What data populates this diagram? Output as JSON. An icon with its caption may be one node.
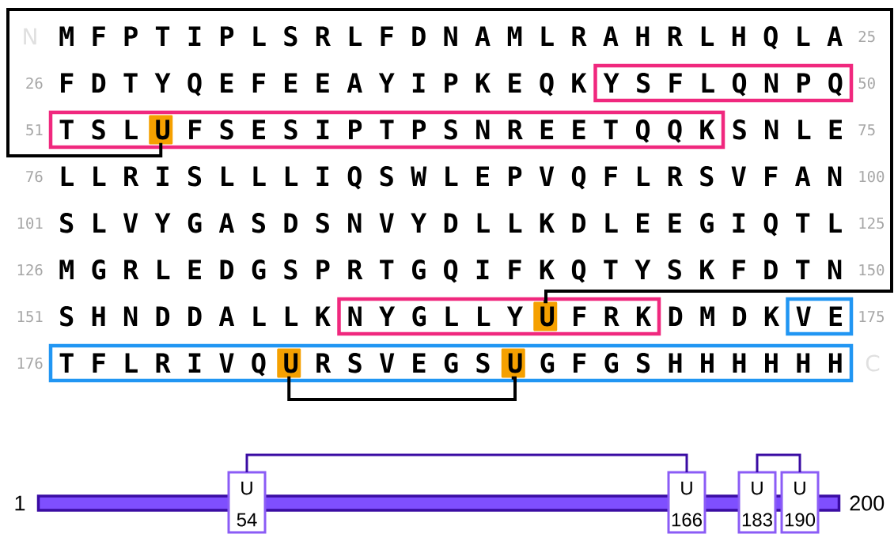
{
  "diagram": {
    "nodes": [
      {
        "text": [
          "Y S F L Q N P Q"
        ]
      },
      {
        "text": [
          "T S L",
          "F S E S I P T P S N R E E T Q Q K"
        ]
      },
      {
        "text": [
          "U"
        ],
        "in": 1
      },
      {
        "text": [
          "N Y G L L Y",
          "F R K"
        ]
      },
      {
        "text": [
          "U"
        ],
        "in": 3
      },
      {
        "text": [
          "V E"
        ]
      },
      {
        "text": [
          "T F L R I V Q",
          "R S V E G S",
          "G F G S H H H H H H"
        ]
      },
      {
        "text": [
          "U"
        ],
        "in": 6
      },
      {
        "text": [
          "U"
        ],
        "in": 6
      },
      {
        "text": [],
        "shape": "bar",
        "beside": [
          "1",
          "200"
        ]
      },
      {
        "text": [
          "U",
          "54"
        ]
      },
      {
        "text": [
          "U",
          "166"
        ]
      },
      {
        "text": [
          "U",
          "183"
        ]
      },
      {
        "text": [
          "U",
          "190"
        ]
      }
    ],
    "edges": [
      {
        "from": 2,
        "to": 4,
        "arrow": "none",
        "color": "#000000"
      },
      {
        "from": 7,
        "to": 8,
        "arrow": "none",
        "color": "#000000"
      },
      {
        "from": 10,
        "to": 11,
        "arrow": "none",
        "color": "#3a0ca3"
      },
      {
        "from": 12,
        "to": 13,
        "arrow": "none",
        "color": "#3a0ca3"
      }
    ],
    "labels": [
      "N",
      "M F P T I P L S R L F D N A M L R A H R L H Q L A",
      "25",
      "26",
      "F D T Y Q E F E E A Y I P K E Q K",
      "50",
      "51",
      "S N L E",
      "75",
      "76",
      "L L R I S L L L I Q S W L E P V Q F L R S V F A N",
      "100",
      "101",
      "S L V Y G A S D S N V Y D L L K D L E E G I Q T L",
      "125",
      "126",
      "M G R L E D G S P R T G Q I F K Q T Y S K F D T N",
      "150",
      "151",
      "S H N D D A L L K",
      "D M D K",
      "175",
      "176",
      "C"
    ]
  }
}
